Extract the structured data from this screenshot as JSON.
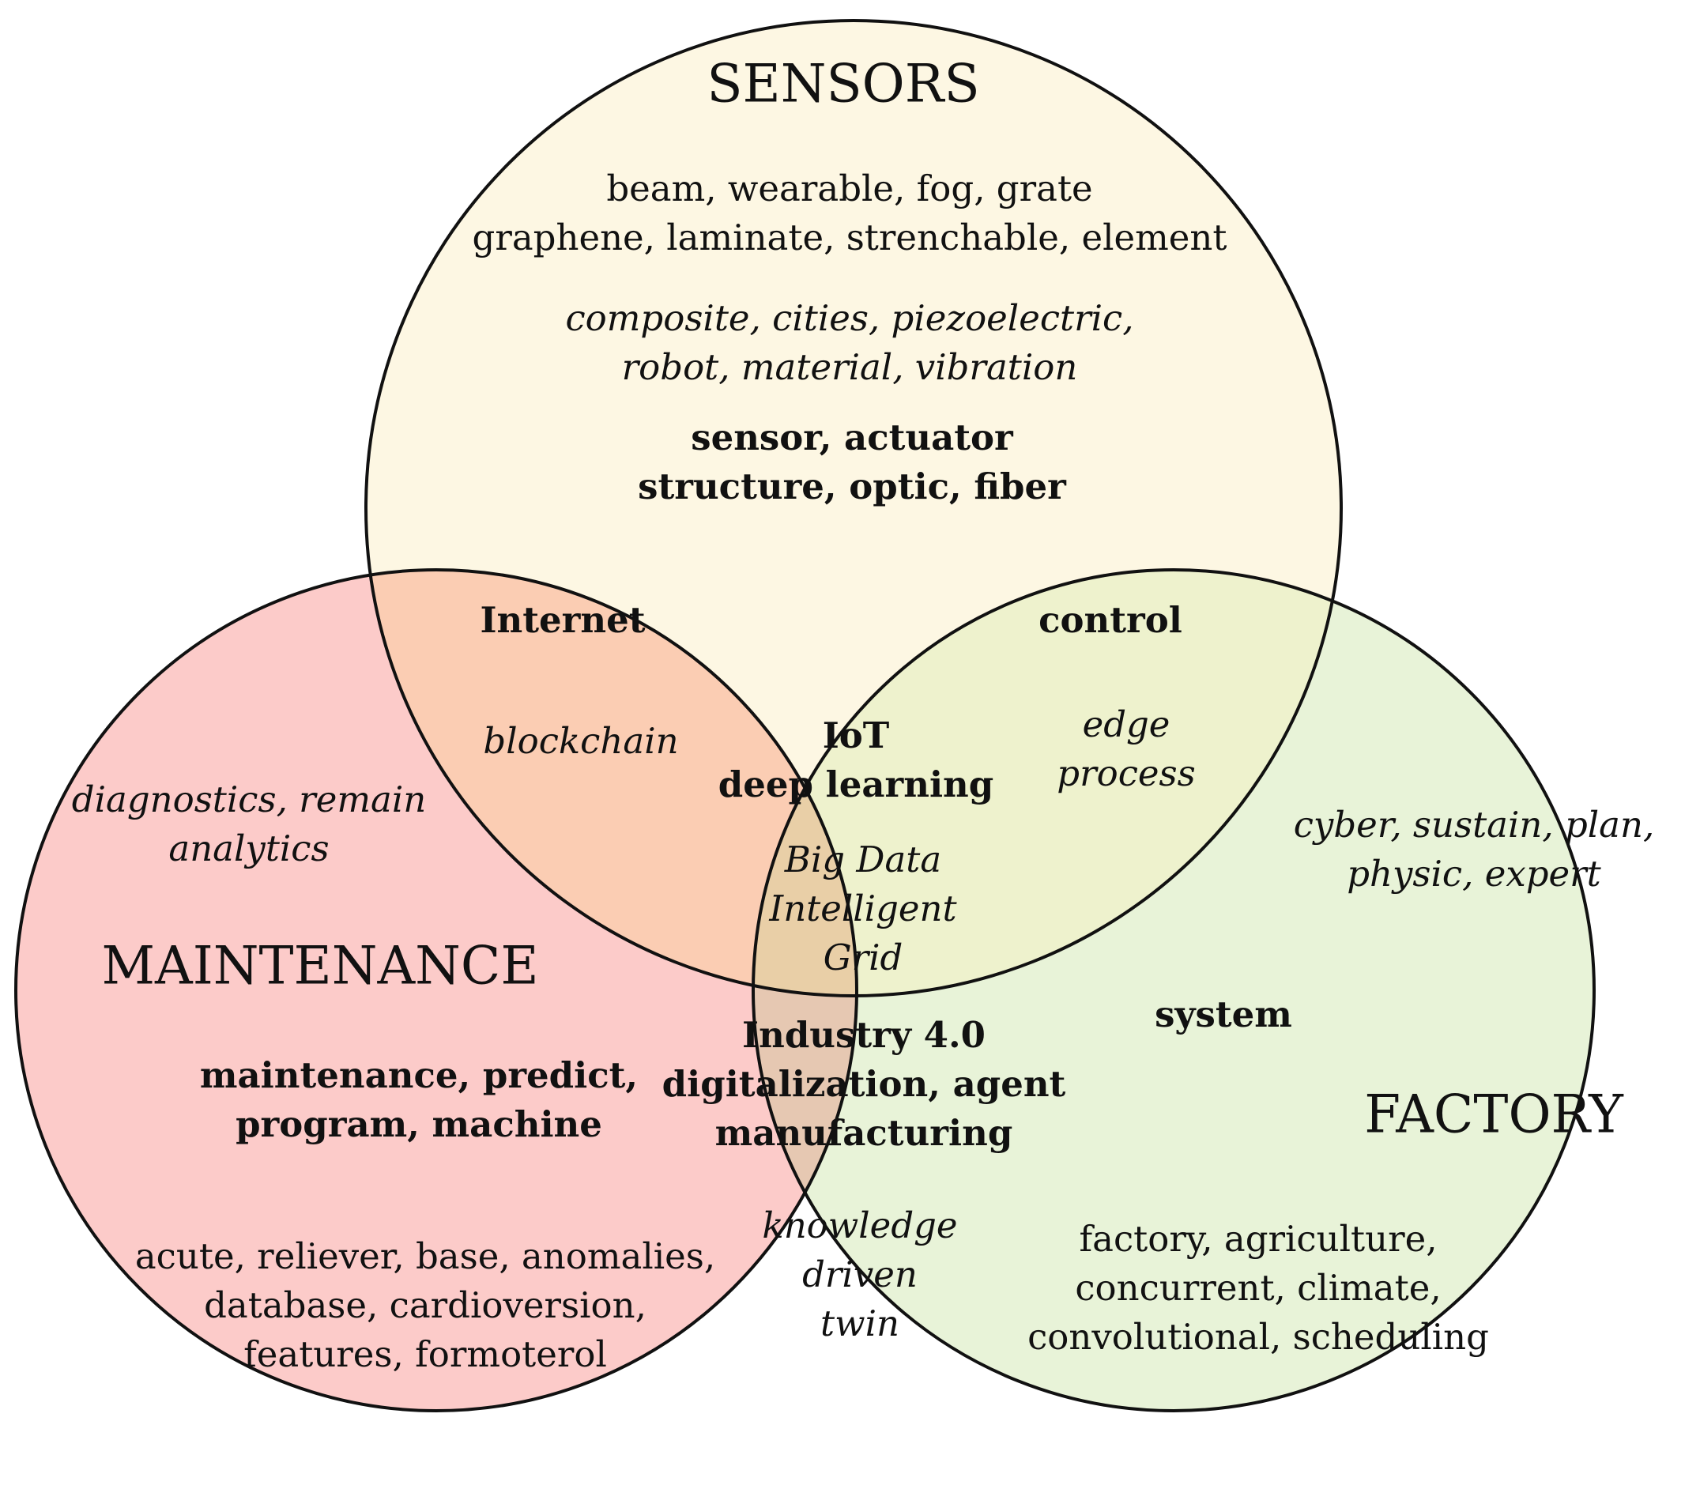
{
  "sets": {
    "sensors": {
      "title": "SENSORS",
      "fill": "#fdf7e3",
      "plain": [
        "beam, wearable, fog, grate",
        "graphene, laminate, strenchable, element"
      ],
      "italic": [
        "composite, cities, piezoelectric,",
        "robot, material, vibration"
      ],
      "bold": [
        "sensor, actuator",
        "structure, optic, fiber"
      ]
    },
    "maintenance": {
      "title": "MAINTENANCE",
      "fill": "#fccbc9",
      "italic": [
        "diagnostics, remain",
        "analytics"
      ],
      "bold": [
        "maintenance, predict,",
        "program, machine"
      ],
      "plain": [
        "acute, reliever, base, anomalies,",
        "database, cardioversion,",
        "features, formoterol"
      ]
    },
    "factory": {
      "title": "FACTORY",
      "fill": "#e8f3d8",
      "italic": [
        "cyber, sustain, plan,",
        "physic, expert"
      ],
      "bold": [
        "system"
      ],
      "plain": [
        "factory, agriculture,",
        "concurrent, climate,",
        "convolutional, scheduling"
      ]
    }
  },
  "overlaps": {
    "sensors_maintenance": {
      "fill": "#fbcdb3",
      "bold": [
        "Internet"
      ],
      "italic": [
        "blockchain"
      ]
    },
    "sensors_factory": {
      "fill": "#eef2cd",
      "bold": [
        "control"
      ],
      "italic": [
        "edge",
        "process"
      ]
    },
    "maintenance_factory": {
      "fill": "#e6c8b2",
      "bold": [
        "Industry 4.0",
        "digitalization, agent",
        "manufacturing"
      ],
      "italic": [
        "knowledge",
        "driven",
        "twin"
      ]
    },
    "all": {
      "fill": "#e9cfa7",
      "bold": [
        "IoT",
        "deep learning"
      ],
      "italic": [
        "Big Data",
        "Intelligent",
        "Grid"
      ]
    }
  }
}
